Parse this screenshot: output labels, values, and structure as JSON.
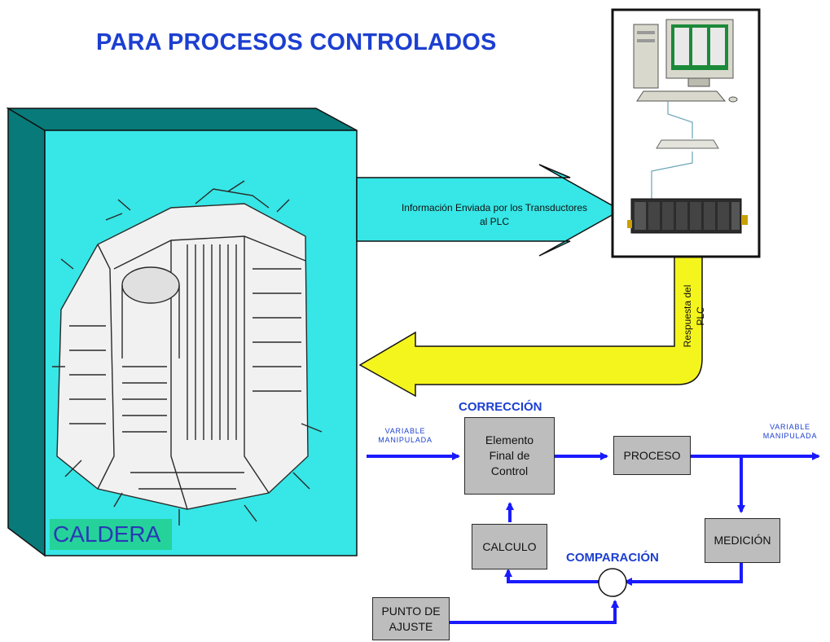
{
  "title": "PARA PROCESOS CONTROLADOS",
  "caldera": {
    "label": "CALDERA",
    "face_color": "#37e6e6",
    "side_color": "#087a7a",
    "label_bg": "#25d39a"
  },
  "arrows": {
    "to_plc": {
      "text_line1": "Información Enviada por los Transductores",
      "text_line2": "al  PLC",
      "color": "#37e6e6"
    },
    "from_plc": {
      "text_line1": "Respuesta del",
      "text_line2": "PLC",
      "color": "#f5f51e"
    }
  },
  "control_loop": {
    "correccion_label": "CORRECCIÓN",
    "comparacion_label": "COMPARACIÓN",
    "variable_in": {
      "line1": "VARIABLE",
      "line2": "MANIPULADA"
    },
    "variable_out": {
      "line1": "VARIABLE",
      "line2": "MANIPULADA"
    },
    "blocks": {
      "elemento": {
        "line1": "Elemento",
        "line2": "Final de",
        "line3": "Control"
      },
      "proceso": "PROCESO",
      "medicion": "MEDICIÓN",
      "calculo": "CALCULO",
      "punto": {
        "line1": "PUNTO DE",
        "line2": "AJUSTE"
      }
    },
    "line_color": "#1a1aff"
  }
}
